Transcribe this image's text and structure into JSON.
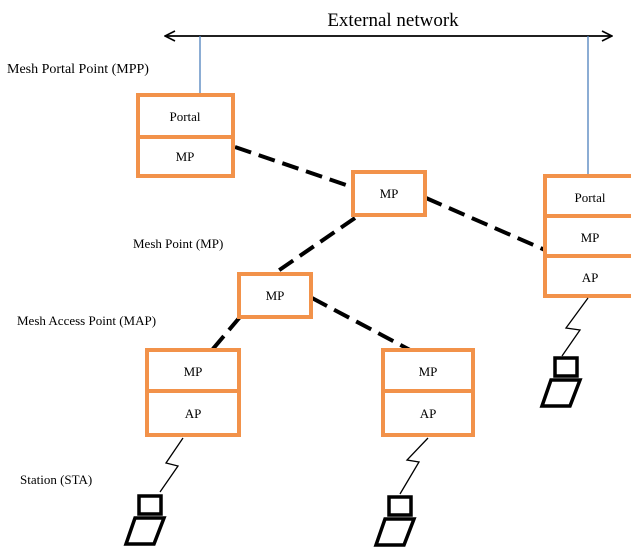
{
  "external_network": {
    "label": "External network"
  },
  "labels": {
    "mpp": "Mesh Portal Point (MPP)",
    "mp": "Mesh Point  (MP)",
    "map": "Mesh Access Point  (MAP)",
    "sta": "Station  (STA)"
  },
  "nodes": {
    "mpp": {
      "portal": "Portal",
      "mp": "MP"
    },
    "center_mp": {
      "mp": "MP"
    },
    "right_map": {
      "portal": "Portal",
      "mp": "MP",
      "ap": "AP"
    },
    "mid_mp": {
      "mp": "MP"
    },
    "left_map": {
      "mp": "MP",
      "ap": "AP"
    },
    "center_map": {
      "mp": "MP",
      "ap": "AP"
    }
  },
  "colors": {
    "box_stroke": "#f2924a",
    "uplink": "#4f81bd",
    "link": "#000000"
  },
  "icons": {
    "station": "laptop-icon",
    "wireless": "lightning-link-icon"
  }
}
